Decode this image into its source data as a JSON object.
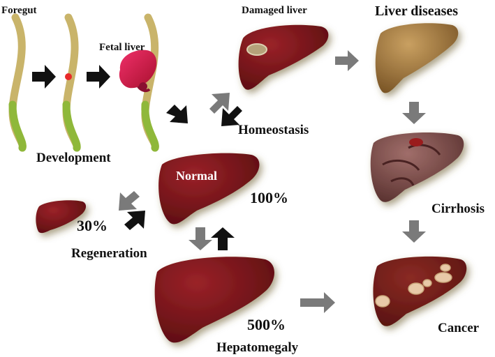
{
  "labels": {
    "foregut": "Foregut",
    "fetal_liver": "Fetal liver",
    "development": "Development",
    "damaged_liver": "Damaged liver",
    "liver_diseases": "Liver diseases",
    "homeostasis": "Homeostasis",
    "normal": "Normal",
    "pct_100": "100%",
    "pct_30": "30%",
    "regeneration": "Regeneration",
    "cirrhosis": "Cirrhosis",
    "pct_500": "500%",
    "hepatomegaly": "Hepatomegaly",
    "cancer": "Cancer"
  },
  "colors": {
    "liver": "#7a1418",
    "fetal_liver": "#d81b4a",
    "disease_liver": "#a57a3a",
    "cirrhosis_liver": "#8a5a58",
    "foregut": "#c9b46a",
    "foregut_tip": "#8fb83a",
    "arrow_dark": "#111111",
    "arrow_gray": "#7a7a7a",
    "tumor": "#e8c9a8"
  },
  "icons": {
    "flow_arrow": "arrow-icon",
    "organ": "liver-icon",
    "tube": "foregut-icon"
  }
}
